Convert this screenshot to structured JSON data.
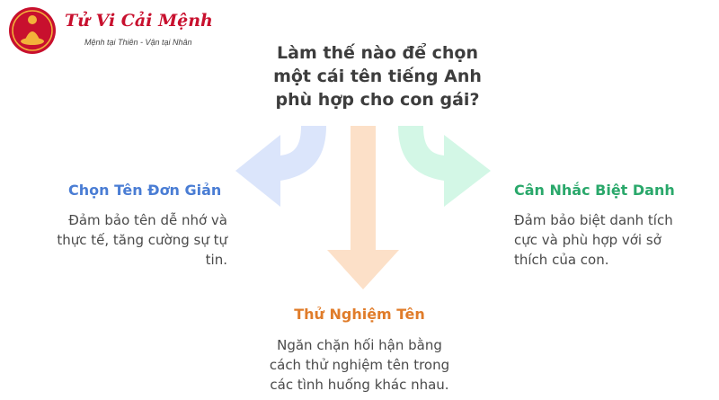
{
  "logo": {
    "brand": "Tử Vi Cải Mệnh",
    "tagline": "Mệnh tại Thiên - Vận tại Nhân"
  },
  "question": {
    "lines": [
      "Làm thế nào để chọn",
      "một cái tên tiếng Anh",
      "phù hợp cho con gái?"
    ]
  },
  "options": {
    "left": {
      "title": "Chọn Tên Đơn Giản",
      "lines": [
        "Đảm bảo tên dễ nhớ và",
        "thực tế, tăng cường sự tự",
        "tin."
      ]
    },
    "right": {
      "title": "Cân Nhắc Biệt Danh",
      "lines": [
        "Đảm bảo biệt danh tích",
        "cực và phù hợp với sở",
        "thích của con."
      ]
    },
    "bottom": {
      "title": "Thử Nghiệm Tên",
      "lines": [
        "Ngăn chặn hối hận bằng",
        "cách thử nghiệm tên trong",
        "các tình huống khác nhau."
      ]
    }
  },
  "colors": {
    "brand_red": "#c8102e",
    "left_accent": "#4a7dd4",
    "left_arrow": "#dbe5fb",
    "right_accent": "#2aa86b",
    "right_arrow": "#d3f7e6",
    "bottom_accent": "#e07c2a",
    "bottom_arrow": "#fce0c8"
  }
}
